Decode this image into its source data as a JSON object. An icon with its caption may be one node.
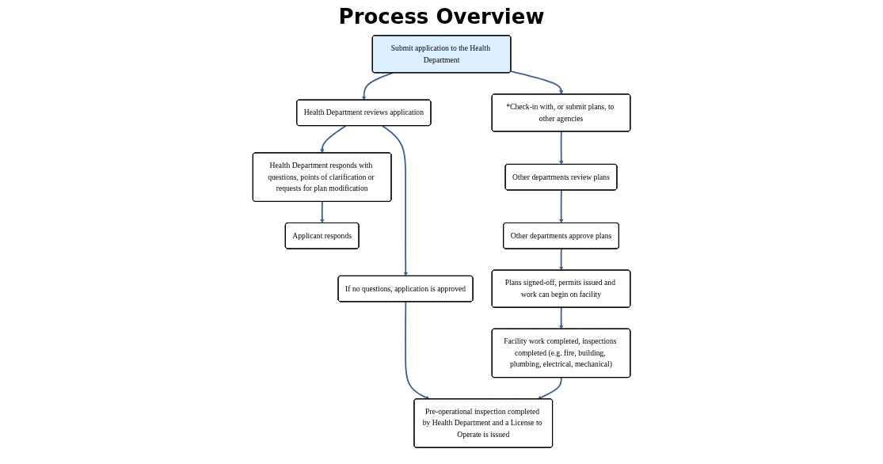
{
  "diagram": {
    "title": "Process Overview",
    "nodes": [
      {
        "text": [
          "Submit application to the Health Department"
        ]
      },
      {
        "text": [
          "*Check-in with, or submit plans, to other agencies"
        ]
      },
      {
        "text": [
          "Other departments review plans"
        ]
      },
      {
        "text": [
          "Health Department reviews application"
        ]
      },
      {
        "text": [
          "Other departments approve plans"
        ]
      },
      {
        "text": [
          "Health Department responds with questions, points of clarification or requests for plan modification"
        ]
      },
      {
        "text": [
          "If no questions, application is approved"
        ]
      },
      {
        "text": [
          "Plans signed-off, permits issued and work can begin on facility"
        ]
      },
      {
        "text": [
          "Applicant responds"
        ]
      },
      {
        "text": [
          "Pre-operational inspection completed by Health Department and a License to Operate is issued"
        ]
      },
      {
        "text": [
          "Facility work completed, inspections completed (e.g. fire, building, plumbing, electrical, mechanical)"
        ]
      }
    ],
    "edges": [
      {
        "from": 0,
        "to": 1,
        "arrow": "to"
      },
      {
        "from": 1,
        "to": 2,
        "arrow": "to"
      },
      {
        "from": 0,
        "to": 3,
        "arrow": "to"
      },
      {
        "from": 2,
        "to": 4,
        "arrow": "to"
      },
      {
        "from": 3,
        "to": 5,
        "arrow": "to"
      },
      {
        "from": 3,
        "to": 6,
        "arrow": "to"
      },
      {
        "from": 4,
        "to": 7,
        "arrow": "to"
      },
      {
        "from": 5,
        "to": 8,
        "arrow": "to"
      },
      {
        "from": 6,
        "to": 9,
        "arrow": "to"
      },
      {
        "from": 7,
        "to": 10,
        "arrow": "to"
      },
      {
        "from": 10,
        "to": 9,
        "arrow": "to"
      }
    ]
  }
}
